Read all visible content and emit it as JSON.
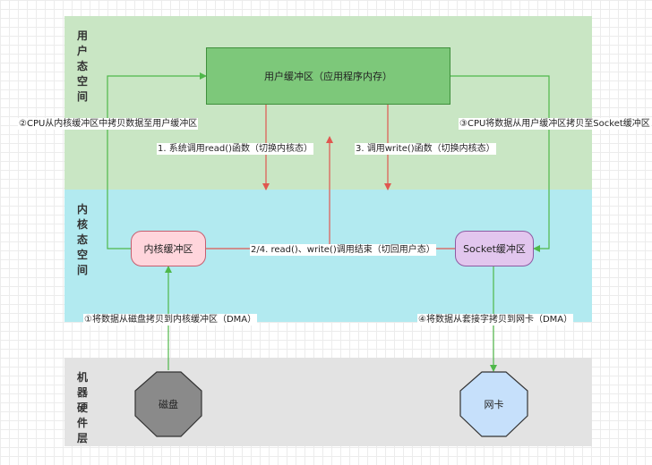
{
  "zones": {
    "user": {
      "label": "用户态空间",
      "color": "#c9e6c4"
    },
    "kernel": {
      "label": "内核态空间",
      "color": "#b2eaf0"
    },
    "hardware": {
      "label": "机器硬件层",
      "color": "#e3e3e3"
    }
  },
  "nodes": {
    "user_buffer": {
      "label": "用户缓冲区（应用程序内存）",
      "fill": "#7dc87a",
      "stroke": "#3f8f3c"
    },
    "kernel_buffer": {
      "label": "内核缓冲区",
      "fill": "#ffd5dc",
      "stroke": "#c75d6f"
    },
    "socket_buffer": {
      "label": "Socket缓冲区",
      "fill": "#e2c6ee",
      "stroke": "#8e5aa3"
    },
    "disk": {
      "label": "磁盘",
      "fill": "#8a8a8a",
      "stroke": "#333333"
    },
    "nic": {
      "label": "网卡",
      "fill": "#c6e0fb",
      "stroke": "#333333"
    }
  },
  "edges": {
    "cpu_copy_to_user": "②CPU从内核缓冲区中拷贝数据至用户缓冲区",
    "read_syscall": "1. 系统调用read()函数（切换内核态）",
    "write_syscall": "3. 调用write()函数（切换内核态）",
    "cpu_copy_to_socket": "③CPU将数据从用户缓冲区拷贝至Socket缓冲区",
    "return_to_user": "2/4. read()、write()调用结束（切回用户态）",
    "dma_disk": "①将数据从磁盘拷贝到内核缓冲区（DMA）",
    "dma_nic": "④将数据从套接字拷贝到网卡（DMA）"
  },
  "colors": {
    "red_arrow": "#e0574f",
    "green_arrow": "#4fb84a"
  }
}
